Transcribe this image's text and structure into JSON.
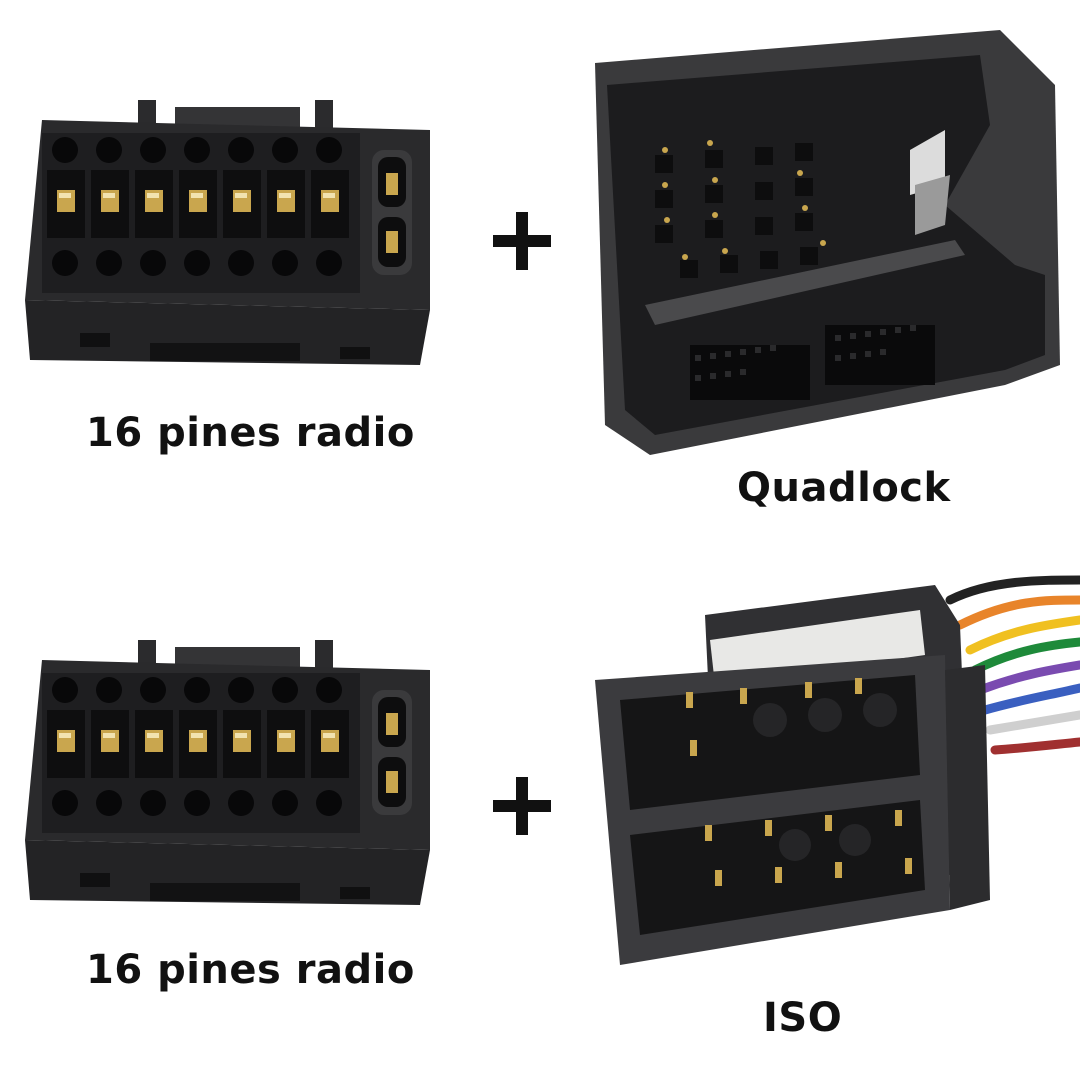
{
  "image": {
    "top_left": {
      "label": "16 pines radio",
      "icon": "16-pin-radio-connector-icon"
    },
    "top_plus": "+",
    "top_right": {
      "label": "Quadlock",
      "icon": "quadlock-connector-icon"
    },
    "bottom_left": {
      "label": "16 pines radio",
      "icon": "16-pin-radio-connector-icon"
    },
    "bottom_plus": "+",
    "bottom_right": {
      "label": "ISO",
      "icon": "iso-connector-icon"
    },
    "colors": {
      "background": "#ffffff",
      "connector_body": "#2b2b2d",
      "connector_dark": "#151516",
      "pin_gold": "#c9a64e",
      "text": "#111111"
    }
  }
}
